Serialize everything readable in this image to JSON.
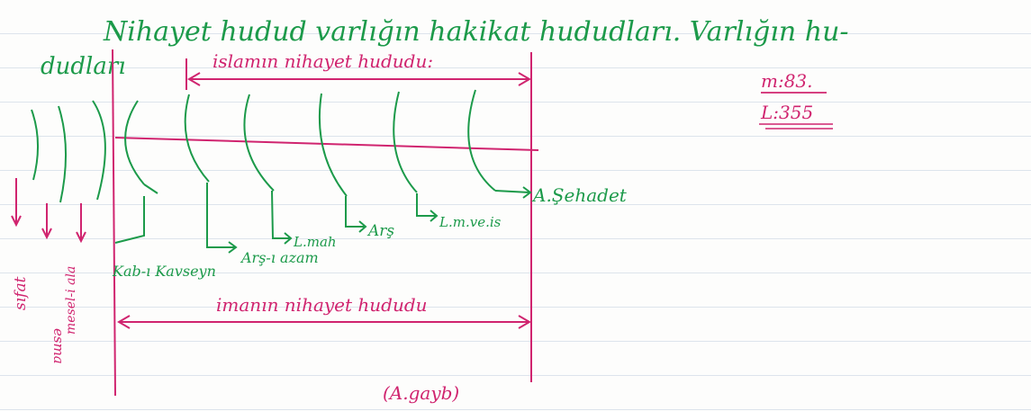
{
  "heading": {
    "line1": "Nihayet hudud varlığın hakikat hududları. Varlığın hu-",
    "line2": "dudları"
  },
  "references": {
    "m": "m:83.",
    "l": "L:355"
  },
  "spans": {
    "islam": "islamın nihayet hududu:",
    "iman": "imanın nihayet hududu"
  },
  "levels": [
    {
      "label": "sıfat"
    },
    {
      "label": "esma"
    },
    {
      "label": "mesel-i ala"
    },
    {
      "label": "Kab-ı Kavseyn"
    },
    {
      "label": "Arş-ı azam"
    },
    {
      "label": "L.mah"
    },
    {
      "label": "Arş"
    },
    {
      "label": "L.m.ve.is"
    },
    {
      "label": "A.Şehadet"
    }
  ],
  "bottom_label": "(A.gayb)",
  "colors": {
    "ink_green": "#1c9a4a",
    "ink_magenta": "#d0246f",
    "ruled_line": "#dde4ec"
  }
}
